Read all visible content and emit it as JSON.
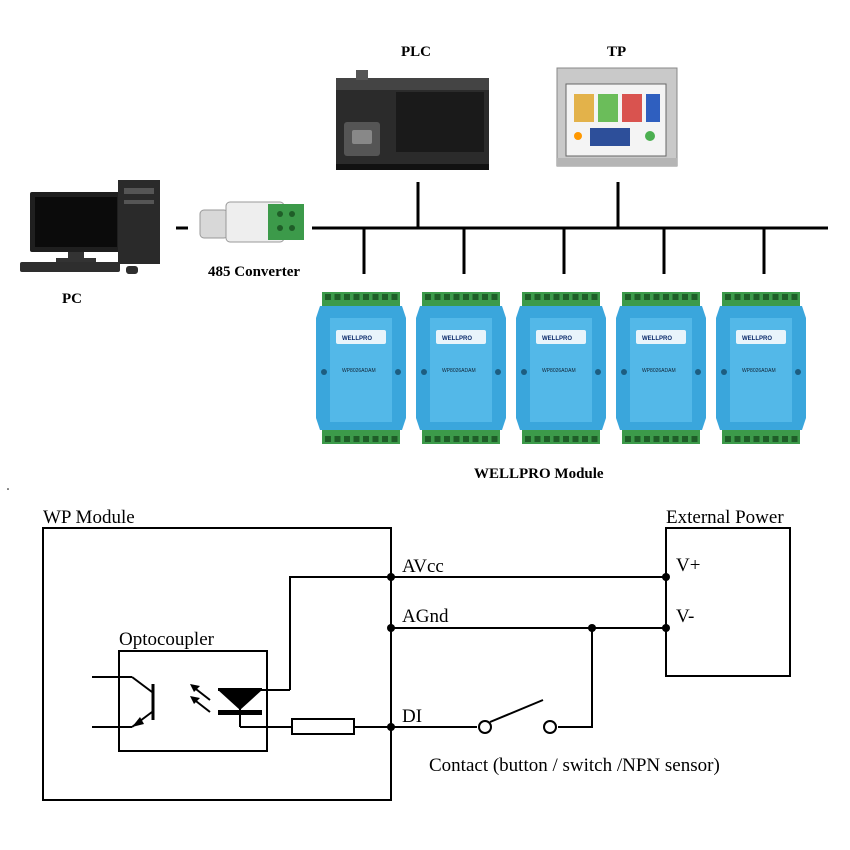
{
  "network": {
    "plc_label": "PLC",
    "tp_label": "TP",
    "pc_label": "PC",
    "converter_label": "485 Converter",
    "modules_label": "WELLPRO Module",
    "module_brand": "WELLPRO",
    "module_model": "WP8026ADAM",
    "module_count": 5
  },
  "circuit": {
    "wp_module_label": "WP Module",
    "external_power_label": "External Power",
    "optocoupler_label": "Optocoupler",
    "avcc_label": "AVcc",
    "agnd_label": "AGnd",
    "di_label": "DI",
    "vplus_label": "V+",
    "vminus_label": "V-",
    "contact_label": "Contact (button / switch /NPN sensor)"
  },
  "colors": {
    "module_blue": "#3aa6dc",
    "terminal_green": "#3c9a4a",
    "line": "#000000"
  }
}
